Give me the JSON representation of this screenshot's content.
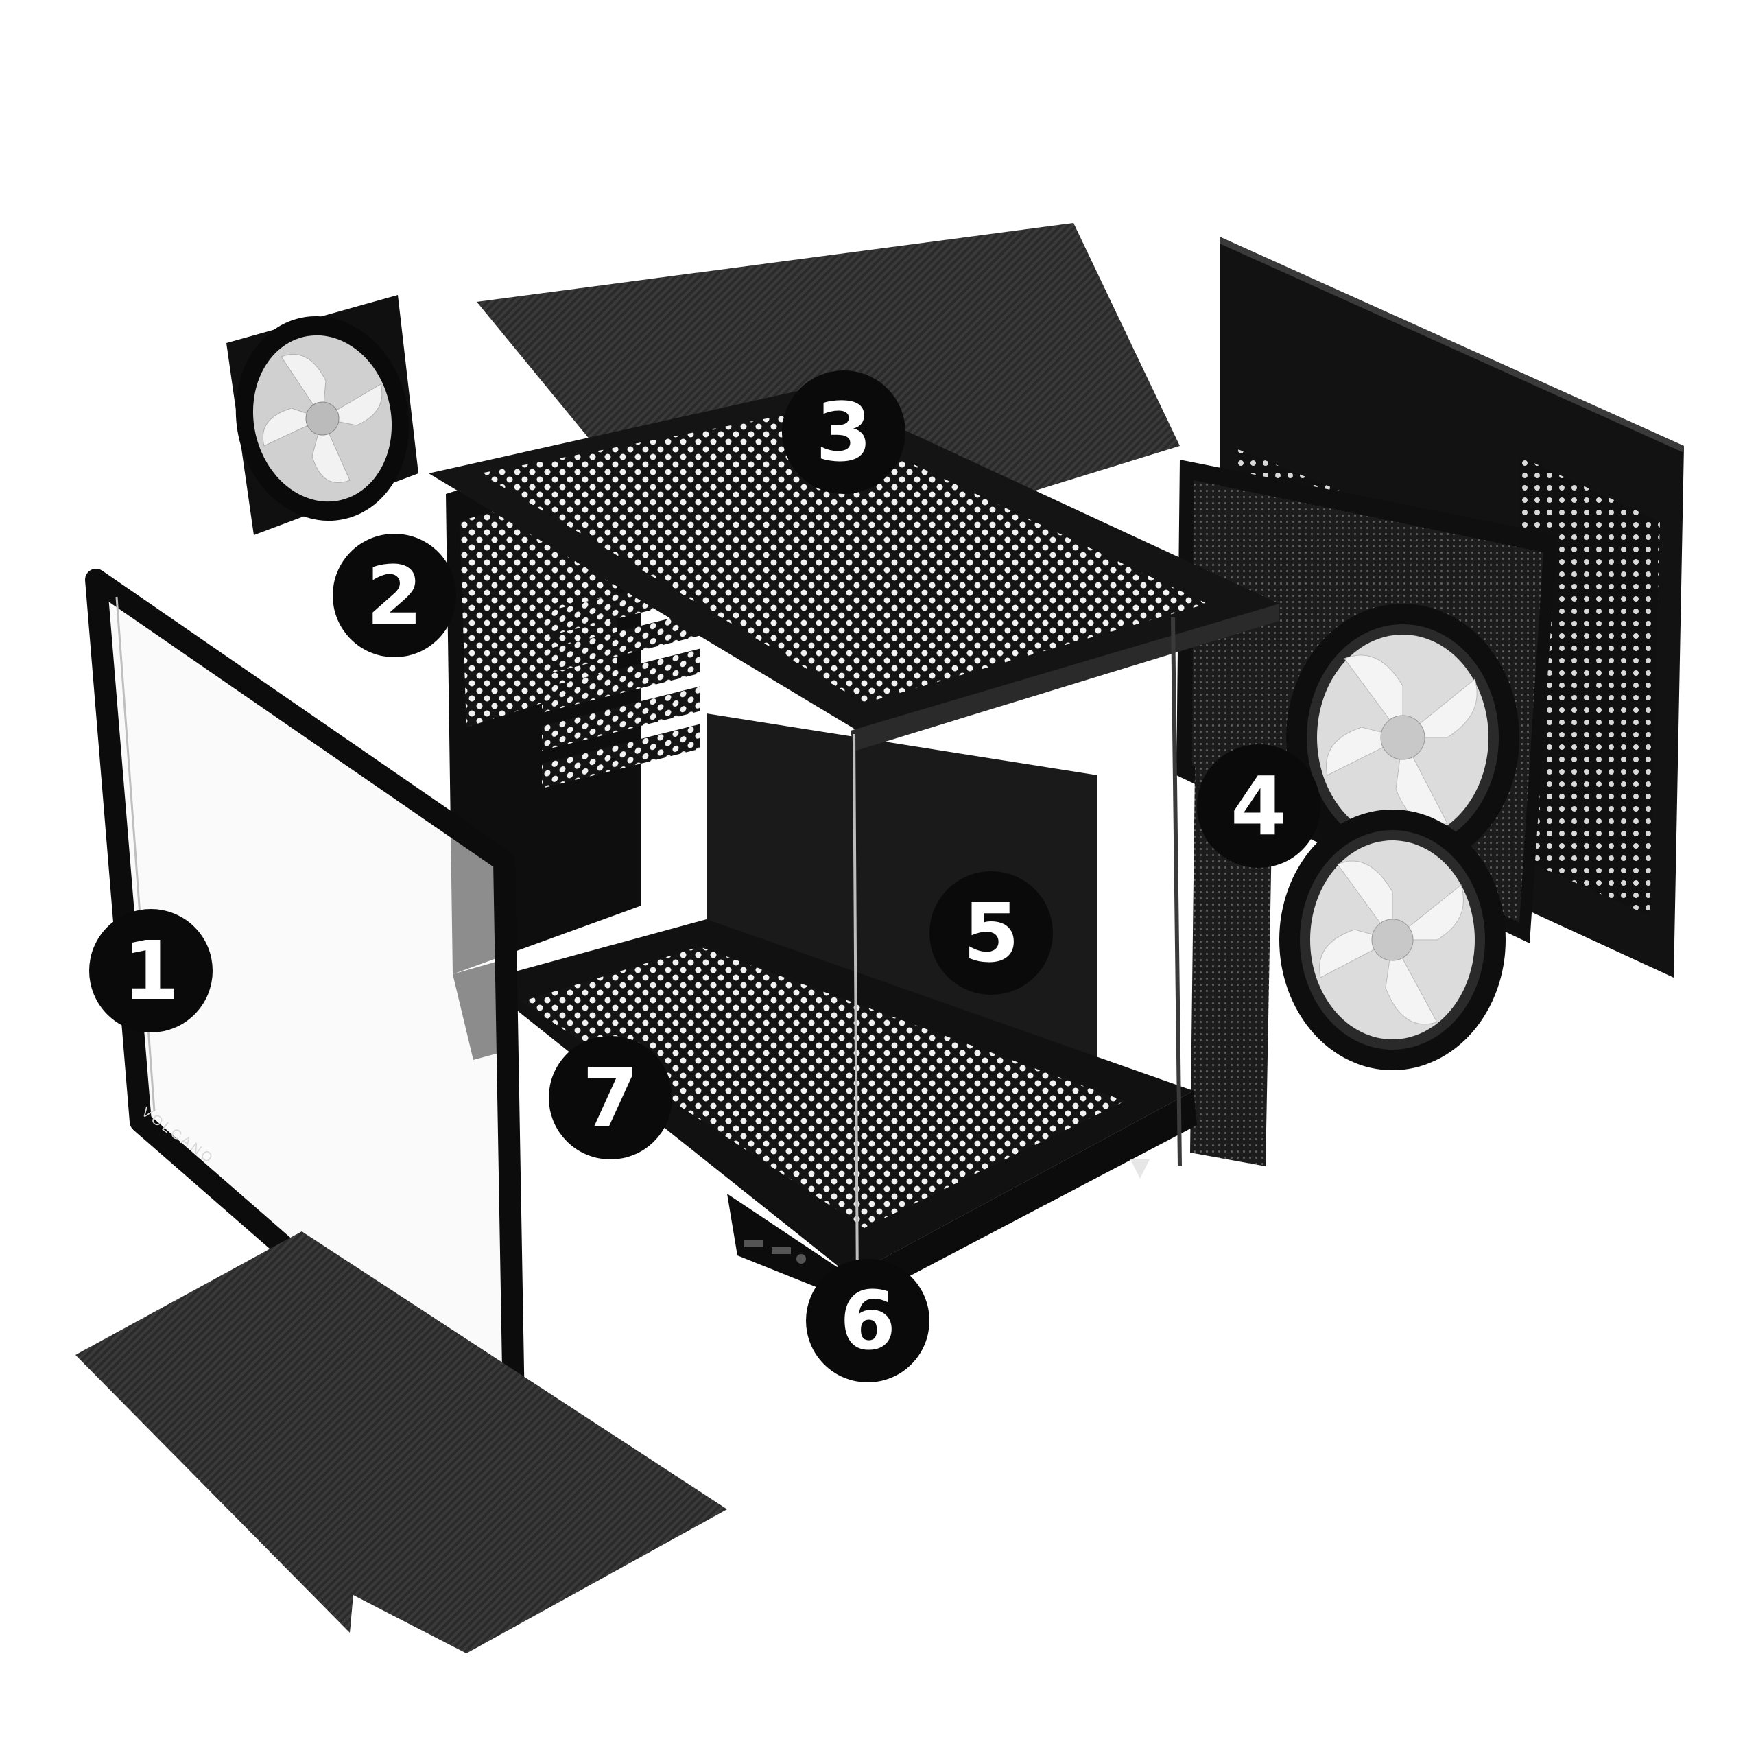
{
  "callouts": [
    {
      "id": "1",
      "label": "1"
    },
    {
      "id": "2",
      "label": "2"
    },
    {
      "id": "3",
      "label": "3"
    },
    {
      "id": "4",
      "label": "4"
    },
    {
      "id": "5",
      "label": "5"
    },
    {
      "id": "6",
      "label": "6"
    },
    {
      "id": "7",
      "label": "7"
    }
  ],
  "glass_panel": {
    "brand_text": "VOLCANO"
  },
  "colors": {
    "background": "#ffffff",
    "case_black": "#111111",
    "mesh_dark": "#262626",
    "callout_fill": "#0a0a0a",
    "callout_text": "#ffffff",
    "fan_blade": "#e6e6e6"
  }
}
